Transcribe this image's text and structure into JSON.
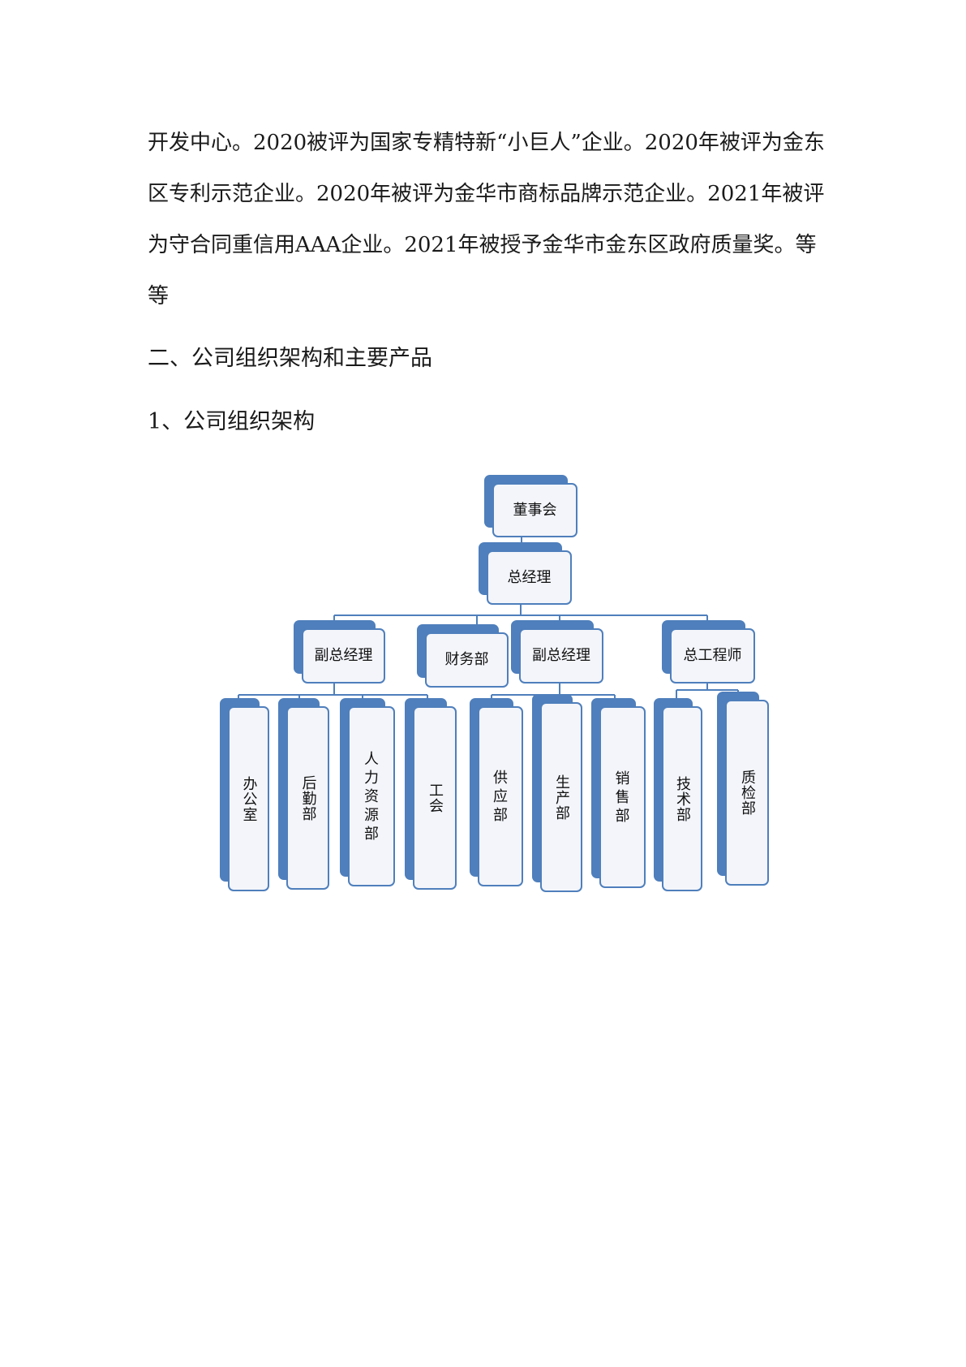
{
  "paragraph": "开发中心。2020被评为国家专精特新“小巨人”企业。2020年被评为金东区专利示范企业。2020年被评为金华市商标品牌示范企业。2021年被评为守合同重信用AAA企业。2021年被授予金华市金东区政府质量奖。等等",
  "section_heading": "二、公司组织架构和主要产品",
  "subsection_heading": "1、公司组织架构",
  "org_chart": {
    "board": "董事会",
    "general_manager": "总经理",
    "vp_left": "副总经理",
    "finance": "财务部",
    "vp_right": "副总经理",
    "chief_engineer": "总工程师",
    "office": "办公室",
    "logistics": "后勤部",
    "hr": "人力资源部",
    "union": "工会",
    "supply": "供应部",
    "production": "生产部",
    "sales": "销售部",
    "technology": "技术部",
    "quality": "质检部"
  },
  "colors": {
    "node_fill": "#f3f5fa",
    "node_border": "#4f7fbc",
    "connector": "#4f7fbc"
  }
}
